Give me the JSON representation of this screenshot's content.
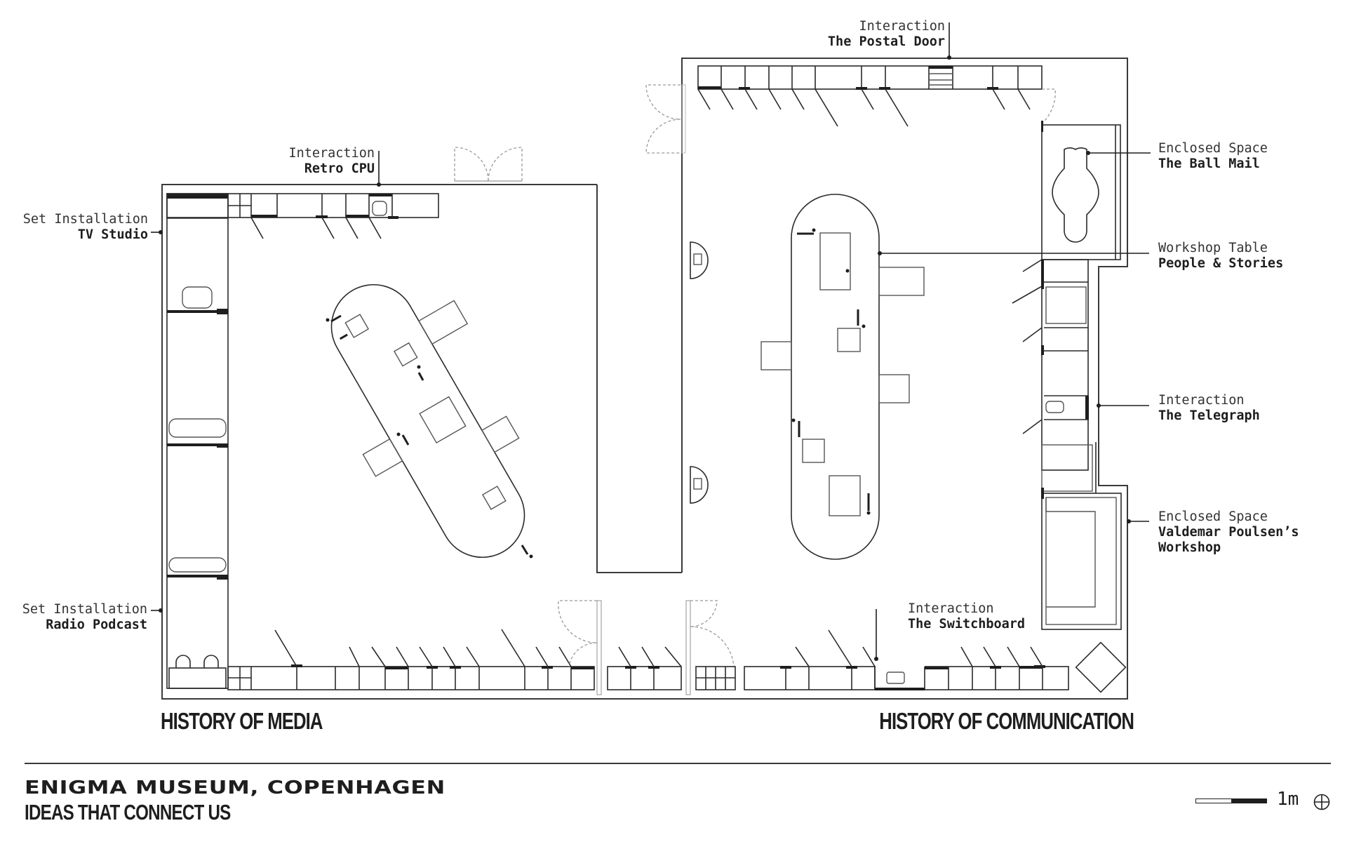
{
  "rooms": {
    "media": {
      "title": "HISTORY OF MEDIA"
    },
    "communication": {
      "title": "HISTORY OF COMMUNICATION"
    }
  },
  "annotations": [
    {
      "id": "retro-cpu",
      "type": "Interaction",
      "name": "Retro CPU"
    },
    {
      "id": "tv-studio",
      "type": "Set Installation",
      "name": "TV Studio"
    },
    {
      "id": "radio-podcast",
      "type": "Set Installation",
      "name": "Radio Podcast"
    },
    {
      "id": "postal-door",
      "type": "Interaction",
      "name": "The Postal Door"
    },
    {
      "id": "ball-mail",
      "type": "Enclosed Space",
      "name": "The Ball Mail"
    },
    {
      "id": "people-stories",
      "type": "Workshop Table",
      "name": "People & Stories"
    },
    {
      "id": "telegraph",
      "type": "Interaction",
      "name": "The Telegraph"
    },
    {
      "id": "poulsen-workshop",
      "type": "Enclosed Space",
      "name": "Valdemar Poulsen’s Workshop"
    },
    {
      "id": "switchboard",
      "type": "Interaction",
      "name": "The Switchboard"
    }
  ],
  "footer": {
    "title": "ENIGMA MUSEUM, COPENHAGEN",
    "subtitle": "IDEAS THAT CONNECT US",
    "scale_label": "1m",
    "compass_icon": "north-crosshair-icon"
  },
  "colors": {
    "ink": "#1e1e1e",
    "wall": "#3a3a3a",
    "door": "#9a9a9a",
    "background": "#ffffff"
  }
}
